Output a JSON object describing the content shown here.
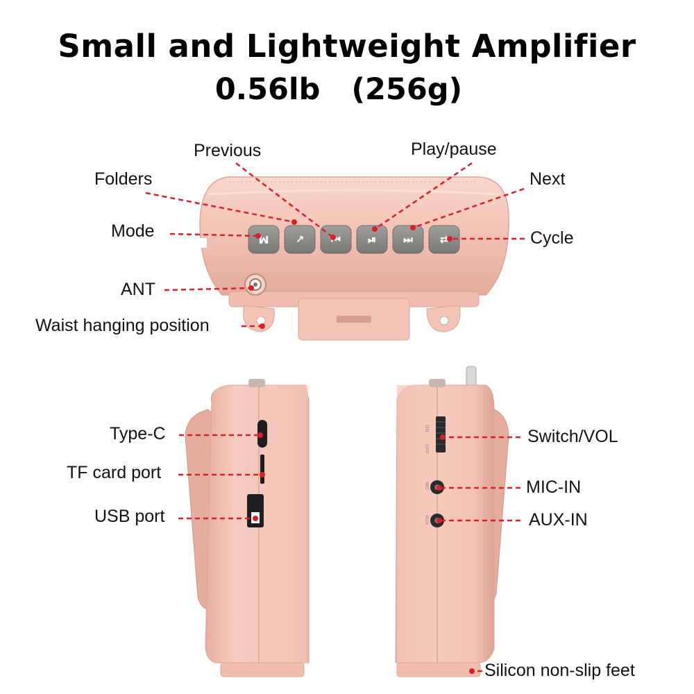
{
  "title": {
    "line1": "Small and Lightweight Amplifier",
    "line2": "0.56lb   (256g)"
  },
  "colors": {
    "body_pink": "#f1bfb1",
    "body_pink_light": "#f8d3c8",
    "body_pink_dark": "#dba596",
    "button_gray": "#8a8885",
    "leader_red": "#d8202a"
  },
  "front_view": {
    "labels": {
      "previous": "Previous",
      "play_pause": "Play/pause",
      "folders": "Folders",
      "next": "Next",
      "mode": "Mode",
      "cycle": "Cycle",
      "ant": "ANT",
      "waist": "Waist hanging position"
    },
    "buttons": [
      {
        "key": "mode",
        "glyph": "M",
        "icon": "mode-icon"
      },
      {
        "key": "folders",
        "glyph": "↗",
        "icon": "folder-icon"
      },
      {
        "key": "previous",
        "glyph": "⏮",
        "icon": "previous-icon"
      },
      {
        "key": "play_pause",
        "glyph": "⏯",
        "icon": "play-pause-icon"
      },
      {
        "key": "next",
        "glyph": "⏭",
        "icon": "next-icon"
      },
      {
        "key": "cycle",
        "glyph": "⇄",
        "icon": "cycle-icon"
      }
    ]
  },
  "left_side": {
    "labels": {
      "type_c": "Type-C",
      "tf_card": "TF card port",
      "usb": "USB port"
    }
  },
  "right_side": {
    "labels": {
      "switch_vol": "Switch/VOL",
      "mic_in": "MIC-IN",
      "aux_in": "AUX-IN",
      "feet": "Silicon non-slip feet"
    },
    "engraved": {
      "on": "ON",
      "off": "OFF",
      "mic": "MIC",
      "aux": "AUX"
    }
  }
}
